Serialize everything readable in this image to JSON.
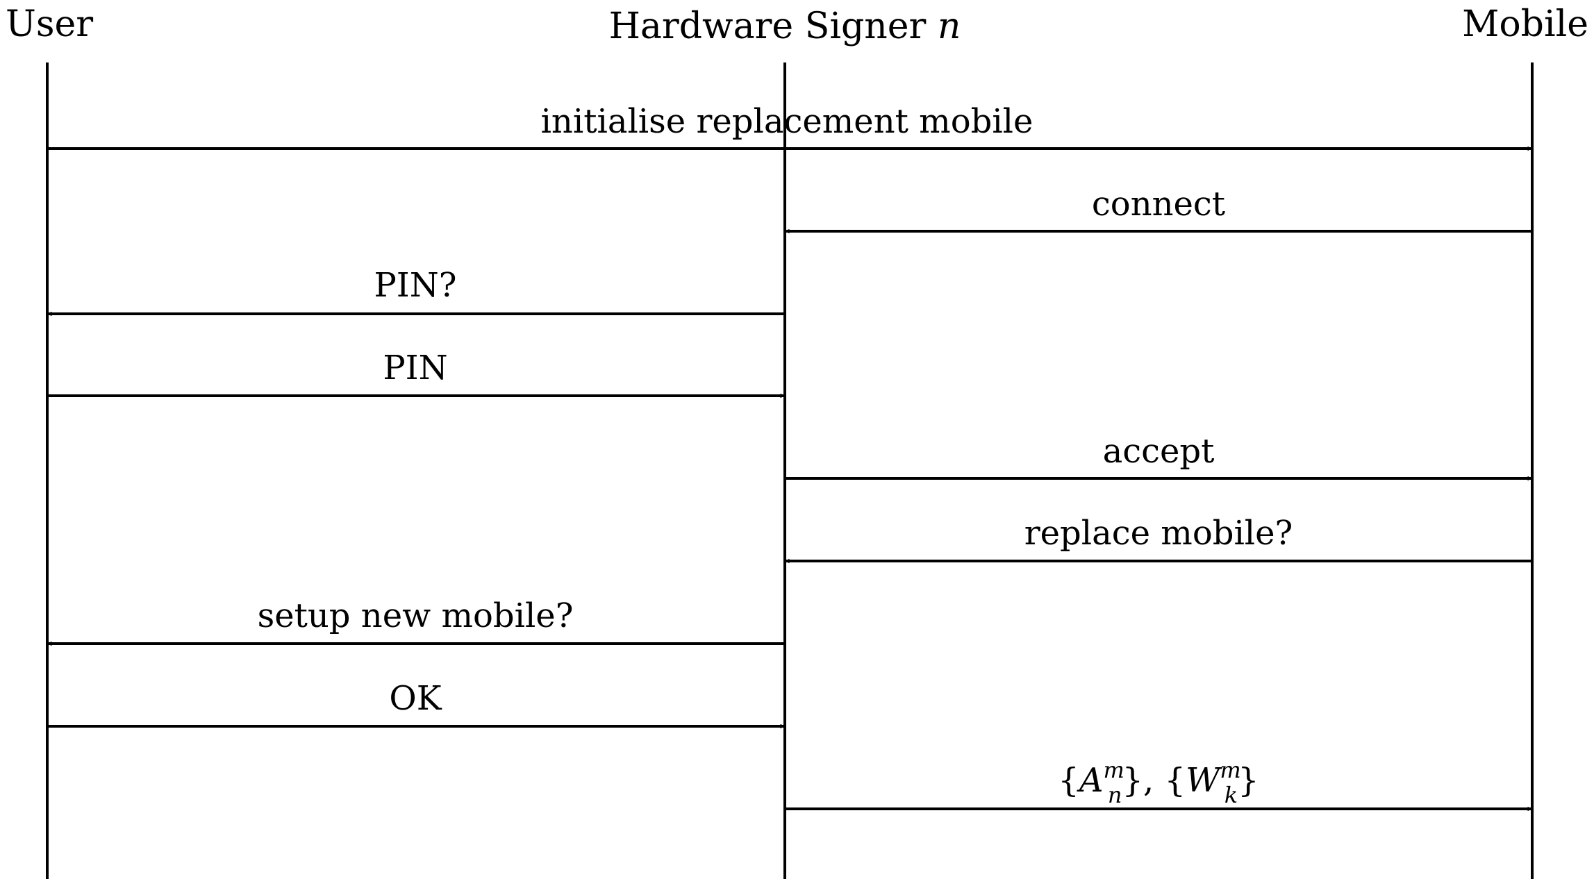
{
  "diagram": {
    "type": "sequence",
    "participants": [
      {
        "id": "user",
        "label": "User"
      },
      {
        "id": "signer",
        "label": "Hardware Signer ",
        "label_var": "n"
      },
      {
        "id": "mobile",
        "label": "Mobile"
      }
    ],
    "messages": [
      {
        "from": "user",
        "to": "mobile",
        "label": "initialise replacement mobile"
      },
      {
        "from": "mobile",
        "to": "signer",
        "label": "connect"
      },
      {
        "from": "signer",
        "to": "user",
        "label": "PIN?"
      },
      {
        "from": "user",
        "to": "signer",
        "label": "PIN"
      },
      {
        "from": "signer",
        "to": "mobile",
        "label": "accept"
      },
      {
        "from": "mobile",
        "to": "signer",
        "label": "replace mobile?"
      },
      {
        "from": "signer",
        "to": "user",
        "label": "setup new mobile?"
      },
      {
        "from": "user",
        "to": "signer",
        "label": "OK"
      },
      {
        "from": "signer",
        "to": "mobile",
        "label_parts": {
          "open1": "{",
          "base1": "A",
          "sup1": "m",
          "sub1": "n",
          "close1": "}, {",
          "base2": "W",
          "sup2": "m",
          "sub2": "k",
          "close2": "}"
        }
      }
    ]
  }
}
